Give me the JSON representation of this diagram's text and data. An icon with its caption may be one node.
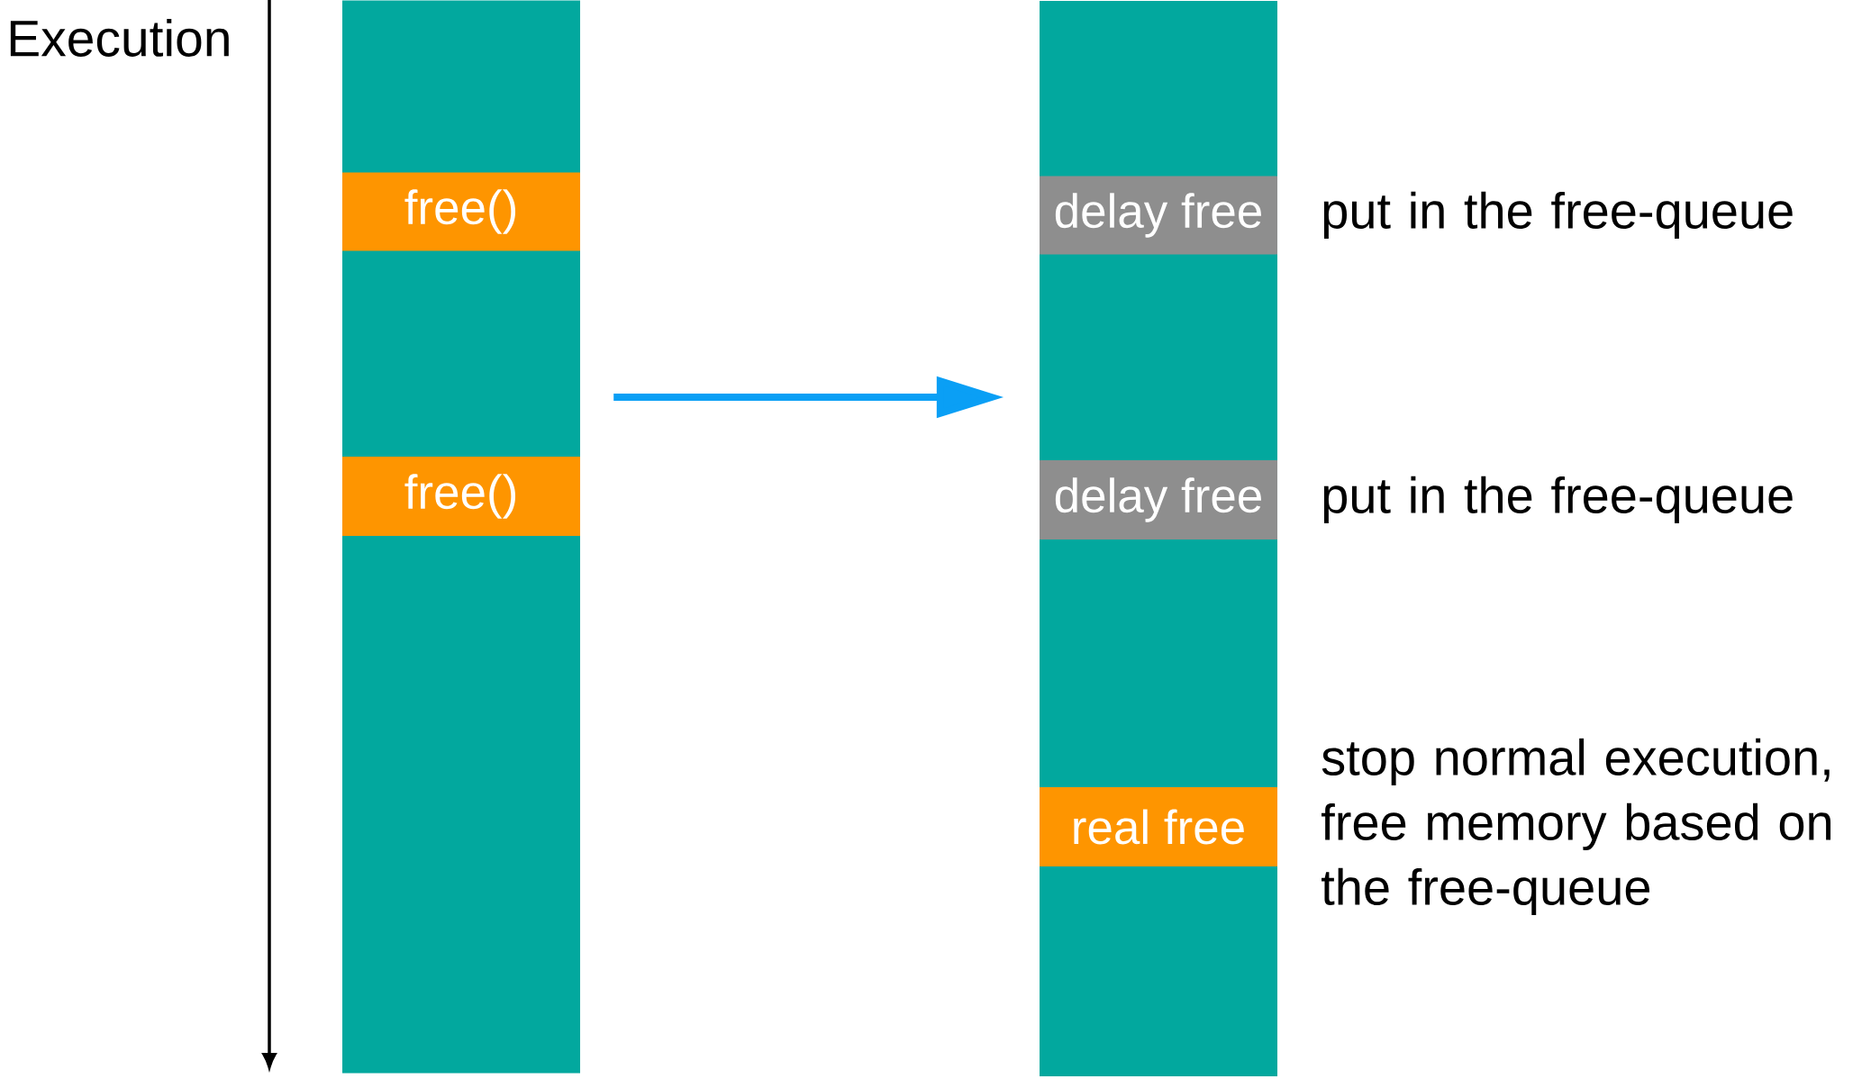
{
  "diagram": {
    "nodes": [
      {
        "text": [],
        "shape": "bar"
      },
      {
        "text": [
          "free()"
        ],
        "in": 0
      },
      {
        "text": [
          "free()"
        ],
        "in": 0
      },
      {
        "text": [],
        "shape": "bar"
      },
      {
        "text": [
          "delay free"
        ],
        "in": 3,
        "beside": [
          "put in the free-queue"
        ]
      },
      {
        "text": [
          "delay free"
        ],
        "in": 3,
        "beside": [
          "put in the free-queue"
        ]
      },
      {
        "text": [
          "real free"
        ],
        "in": 3,
        "beside": [
          "stop normal execution, free memory based on the free-queue"
        ]
      }
    ],
    "edges": [
      {
        "from": 0,
        "to": 3,
        "arrow": "to",
        "color": "#0a9ff5"
      }
    ],
    "labels": [
      "Execution"
    ]
  }
}
